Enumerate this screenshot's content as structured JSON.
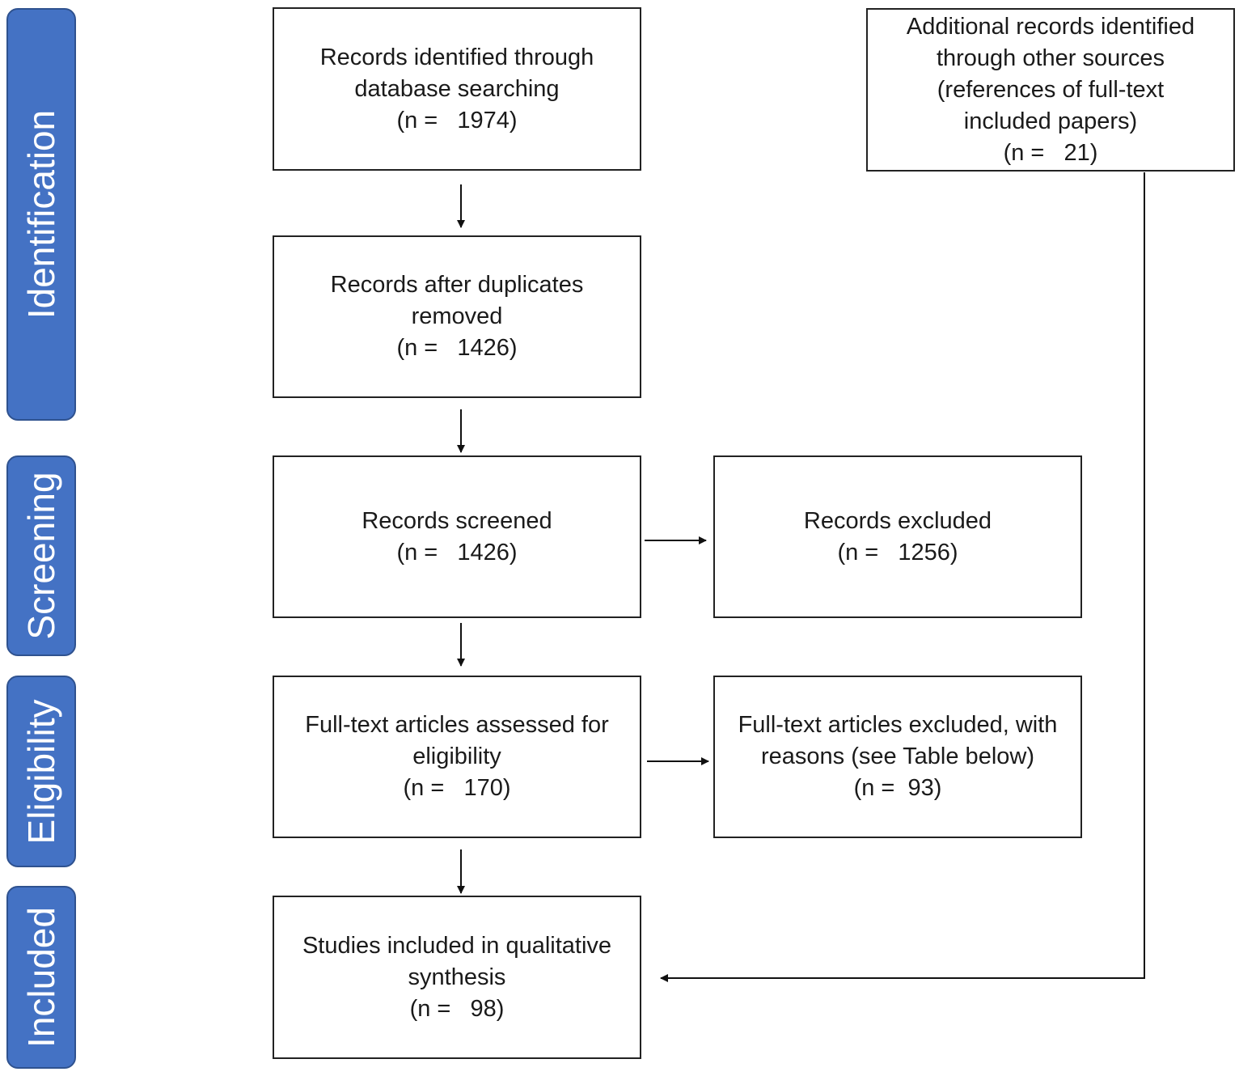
{
  "phases": [
    {
      "id": "identification",
      "label": "Identification"
    },
    {
      "id": "screening",
      "label": "Screening"
    },
    {
      "id": "eligibility",
      "label": "Eligibility"
    },
    {
      "id": "included",
      "label": "Included"
    }
  ],
  "boxes": {
    "database_search": {
      "lines": [
        "Records identified through",
        "database searching"
      ],
      "count": "(n =   1974)"
    },
    "other_sources": {
      "lines": [
        "Additional records identified",
        "through other sources",
        "(references of full-text",
        "included papers)"
      ],
      "count": "(n =   21)"
    },
    "duplicates_removed": {
      "lines": [
        "Records after duplicates",
        "removed"
      ],
      "count": "(n =   1426)"
    },
    "screened": {
      "lines": [
        "Records screened"
      ],
      "count": "(n =   1426)"
    },
    "excluded": {
      "lines": [
        "Records excluded"
      ],
      "count": "(n =   1256)"
    },
    "fulltext_assessed": {
      "lines": [
        "Full-text articles assessed for",
        "eligibility"
      ],
      "count": "(n =   170)"
    },
    "fulltext_excluded": {
      "lines": [
        "Full-text articles excluded, with",
        "reasons (see Table below)"
      ],
      "count": "(n =  93)"
    },
    "included": {
      "lines": [
        "Studies included in qualitative",
        "synthesis"
      ],
      "count": "(n =   98)"
    }
  }
}
